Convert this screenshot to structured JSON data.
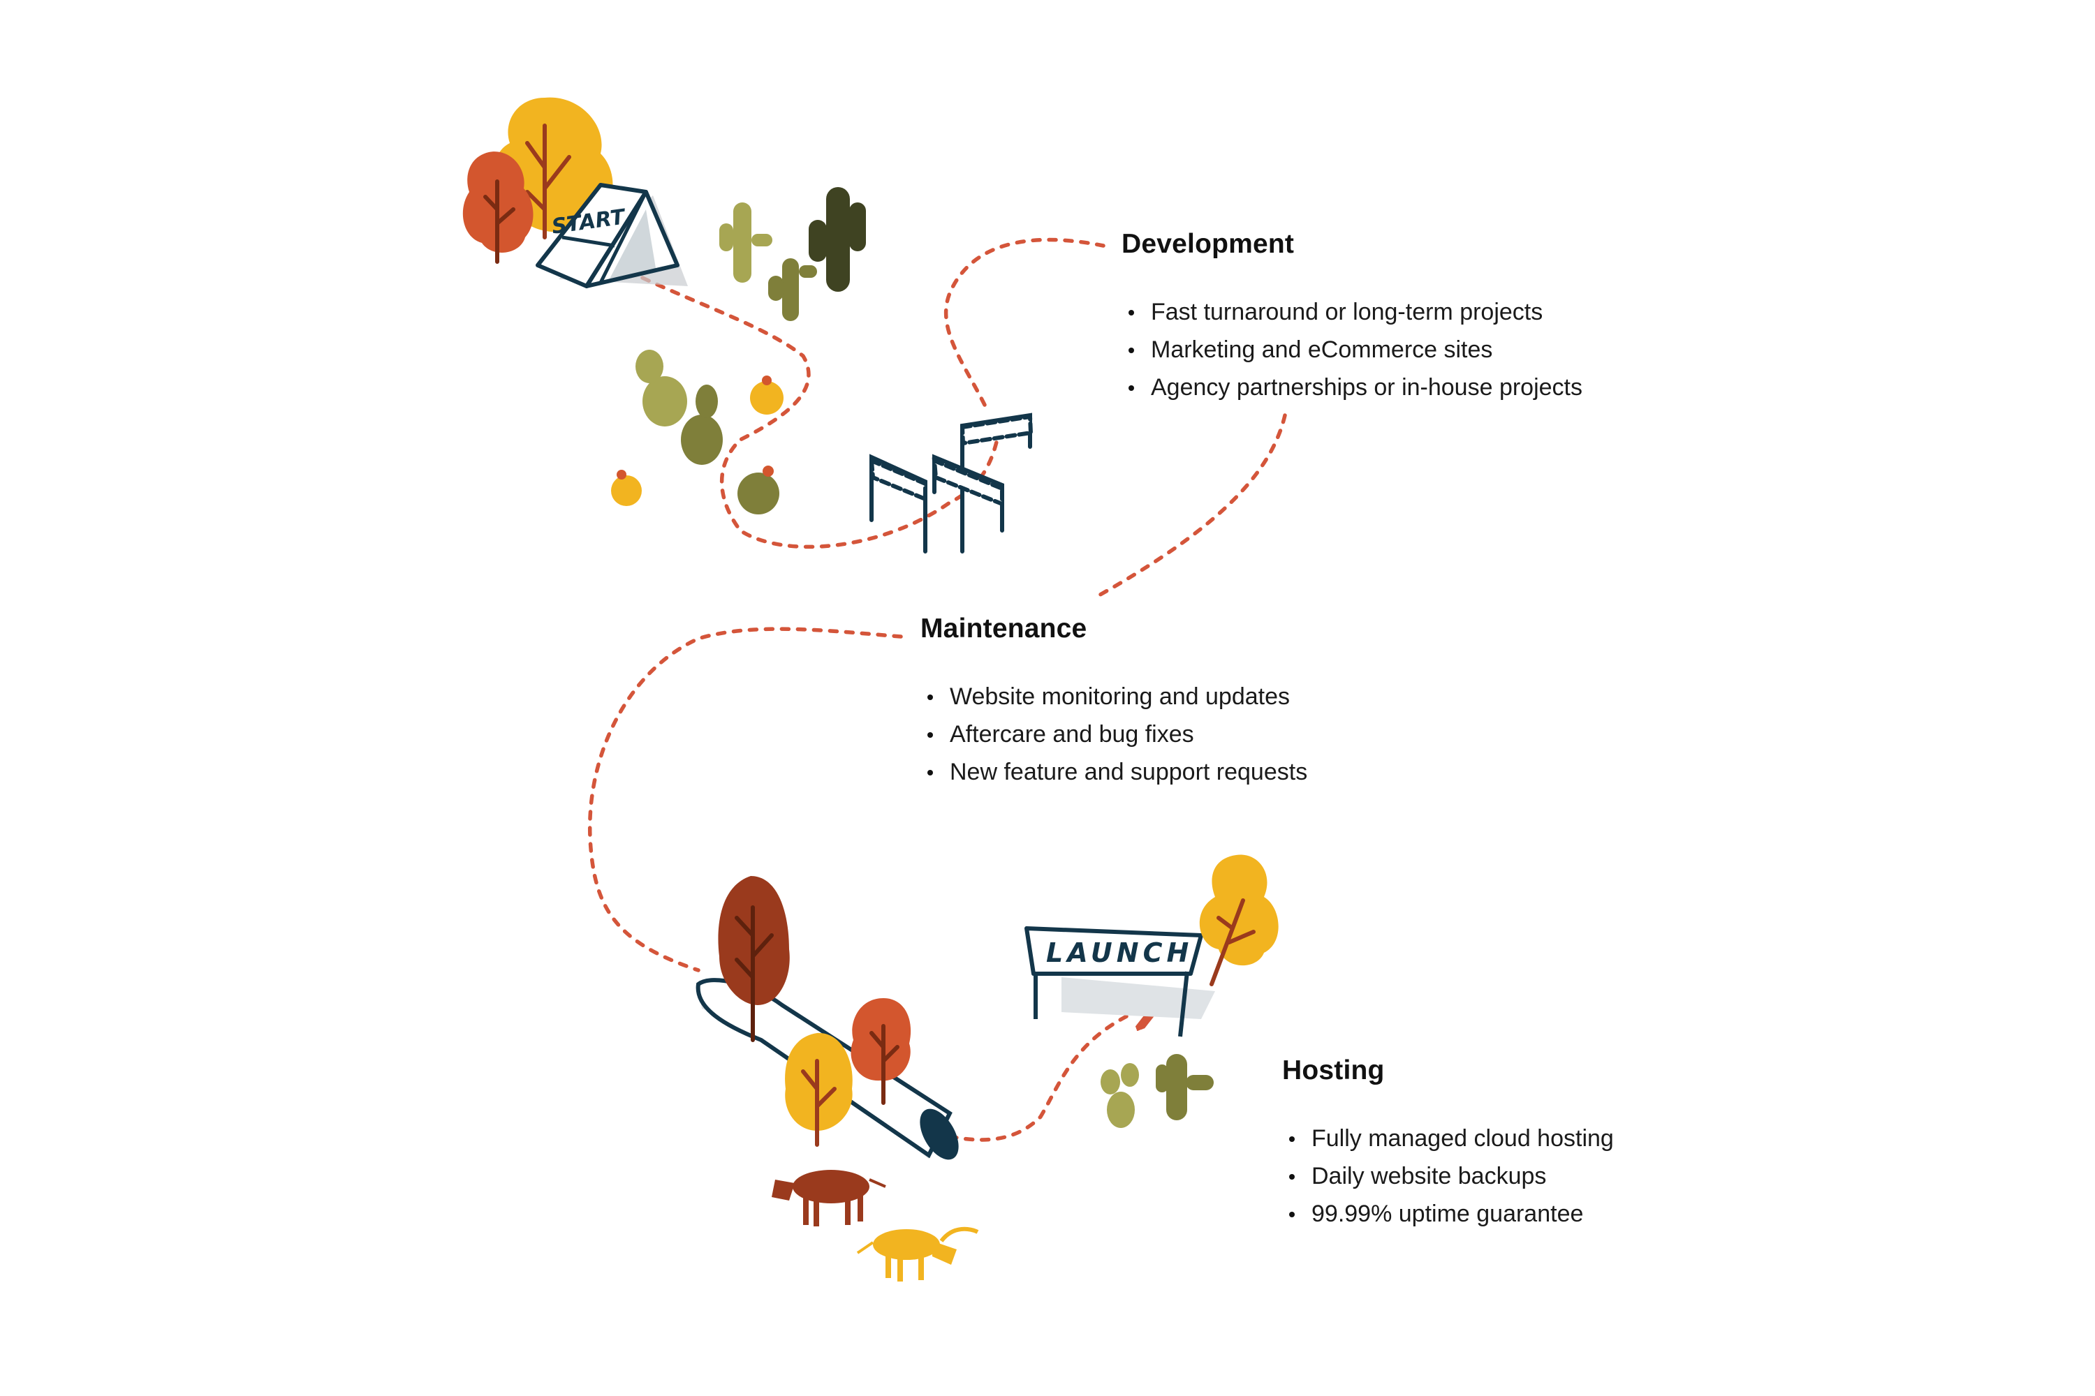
{
  "signs": {
    "start": "START",
    "launch": "LAUNCH"
  },
  "sections": {
    "development": {
      "title": "Development",
      "items": [
        "Fast turnaround or long-term projects",
        "Marketing and eCommerce sites",
        "Agency partnerships or in-house projects"
      ]
    },
    "maintenance": {
      "title": "Maintenance",
      "items": [
        "Website monitoring and updates",
        "Aftercare and bug fixes",
        "New feature and support requests"
      ]
    },
    "hosting": {
      "title": "Hosting",
      "items": [
        "Fully managed cloud hosting",
        "Daily website backups",
        "99.99% uptime guarantee"
      ]
    }
  },
  "colors": {
    "path": "#d4553a",
    "navy": "#13364a",
    "orange_tree": "#d3562e",
    "yellow_tree": "#f2b420",
    "rust_tree": "#9a3a1d",
    "cactus_light": "#a7a653",
    "cactus_dark": "#3f4322",
    "cactus_mid": "#7f7f3a"
  }
}
